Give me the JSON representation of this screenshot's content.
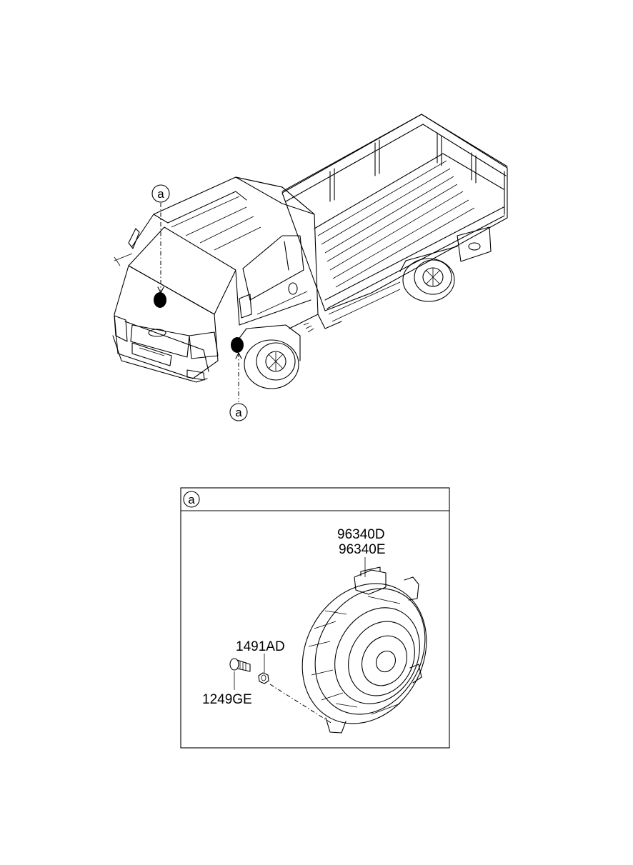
{
  "callouts": {
    "top_marker": "a",
    "bottom_marker": "a",
    "detail_header_marker": "a"
  },
  "parts": {
    "speaker_1": "96340D",
    "speaker_2": "96340E",
    "nut": "1491AD",
    "screw": "1249GE"
  },
  "icons": {
    "vehicle": "truck-illustration-icon",
    "speaker": "speaker-illustration-icon",
    "screw": "screw-icon",
    "nut": "nut-icon"
  }
}
